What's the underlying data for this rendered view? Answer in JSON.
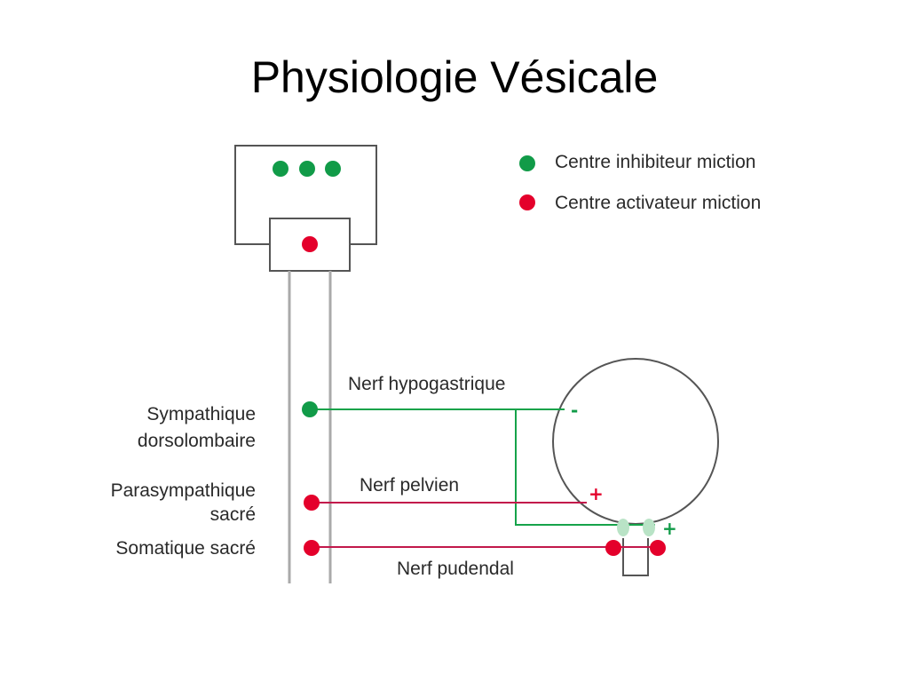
{
  "title": "Physiologie Vésicale",
  "colors": {
    "inhibitor": "#119b48",
    "activator": "#e4002b",
    "sympathetic_line": "#16a34a",
    "red_line": "#c2184b",
    "sphincter": "#b9e3c6",
    "outline": "#555555",
    "spine": "#aaaaaa"
  },
  "legend": {
    "inhibitor": "Centre inhibiteur miction",
    "activator": "Centre activateur miction"
  },
  "levels": {
    "sympathetic_line1": "Sympathique",
    "sympathetic_line2": "dorsolombaire",
    "parasympathetic_line1": "Parasympathique",
    "parasympathetic_line2": "sacré",
    "somatic": "Somatique sacré"
  },
  "nerves": {
    "hypogastric": "Nerf hypogastrique",
    "pelvic": "Nerf pelvien",
    "pudendal": "Nerf pudendal"
  },
  "signs": {
    "hypogastric_bladder": "-",
    "pelvic_bladder": "+",
    "hypogastric_sphincter": "+"
  }
}
